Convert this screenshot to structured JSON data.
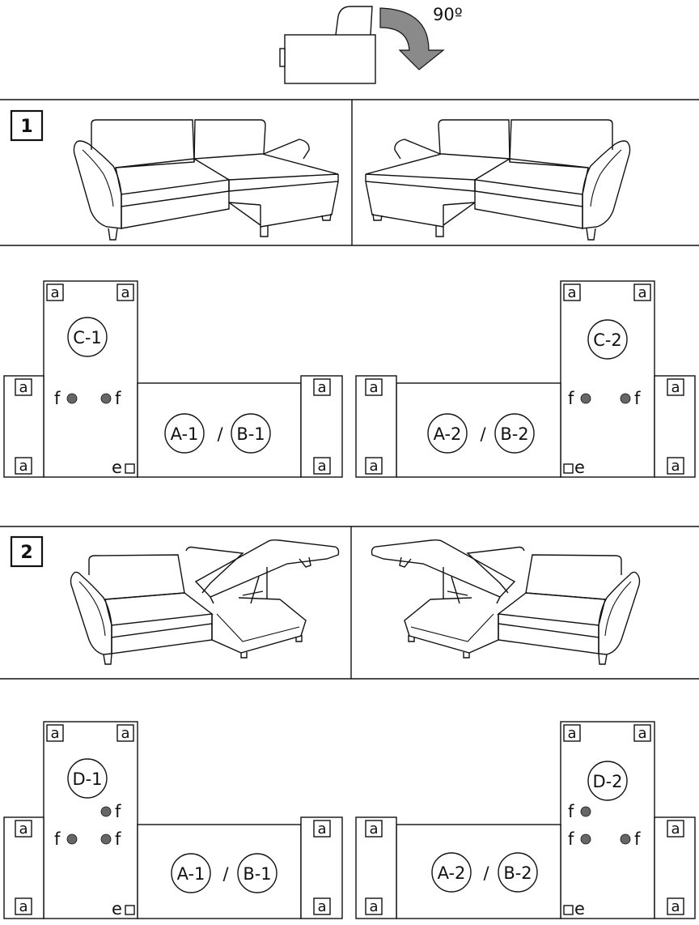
{
  "rotation": {
    "label": "90º"
  },
  "steps": [
    {
      "number": "1"
    },
    {
      "number": "2"
    }
  ],
  "corner_label": "a",
  "hole_label": "f",
  "marker_label": "e",
  "separator": "/",
  "layout_step1": {
    "left": {
      "chaise_code": "C-1",
      "sofa_codes": [
        "A-1",
        "B-1"
      ]
    },
    "right": {
      "chaise_code": "C-2",
      "sofa_codes": [
        "A-2",
        "B-2"
      ]
    }
  },
  "layout_step2": {
    "left": {
      "chaise_code": "D-1",
      "sofa_codes": [
        "A-1",
        "B-1"
      ]
    },
    "right": {
      "chaise_code": "D-2",
      "sofa_codes": [
        "A-2",
        "B-2"
      ]
    }
  },
  "colors": {
    "ink": "#111111",
    "dot": "#666666",
    "paper": "#ffffff"
  }
}
